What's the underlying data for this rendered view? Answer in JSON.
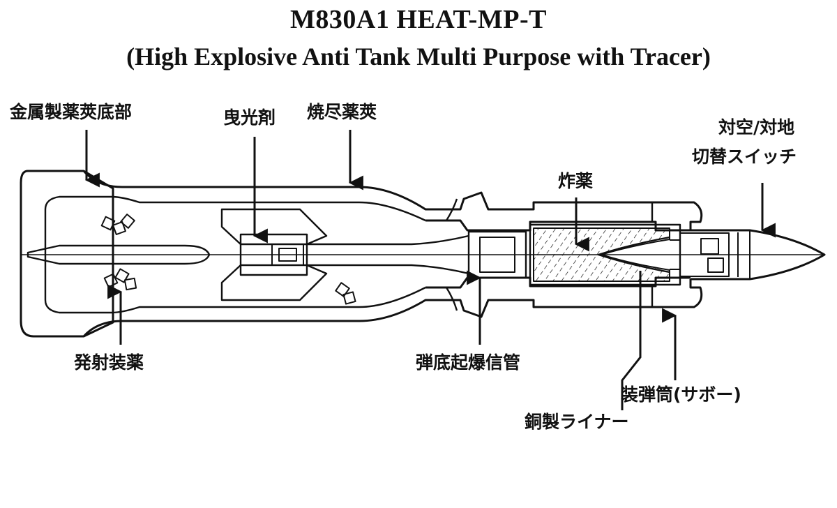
{
  "title": "M830A1 HEAT-MP-T",
  "subtitle": "(High Explosive Anti Tank Multi Purpose with Tracer)",
  "labels": {
    "metal_case_base": "金属製薬莢底部",
    "tracer": "曳光剤",
    "combustible_case": "焼尽薬莢",
    "switch_line1": "対空/対地",
    "switch_line2": "切替スイッチ",
    "explosive": "炸薬",
    "propellant": "発射装薬",
    "base_fuze": "弾底起爆信管",
    "sabot": "装弾筒(サボー)",
    "copper_liner": "銅製ライナー"
  },
  "colors": {
    "line": "#111111",
    "background": "#ffffff"
  }
}
